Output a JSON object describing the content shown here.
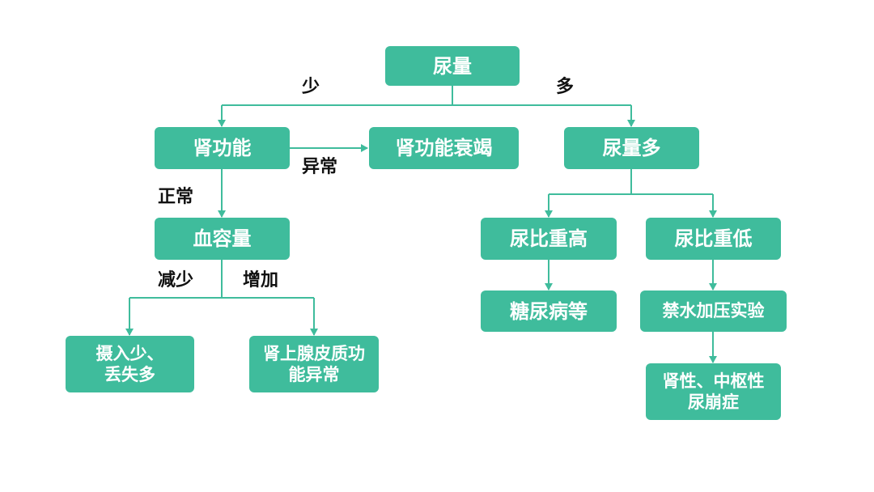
{
  "nodes": {
    "root": "尿量",
    "renal_function": "肾功能",
    "renal_failure": "肾功能衰竭",
    "polyuria": "尿量多",
    "blood_volume": "血容量",
    "high_sg": "尿比重高",
    "low_sg": "尿比重低",
    "diabetes": "糖尿病等",
    "water_deprivation_test": "禁水加压实验",
    "intake_loss": "摄入少、\n丢失多",
    "adrenal_cortex": "肾上腺皮质功\n能异常",
    "diabetes_insipidus": "肾性、中枢性\n尿崩症"
  },
  "labels": {
    "less": "少",
    "more": "多",
    "abnormal": "异常",
    "normal": "正常",
    "decrease": "减少",
    "increase": "增加"
  },
  "colors": {
    "node_fill": "#3fbc9c",
    "connector": "#3fbc9c",
    "label_text": "#111111"
  }
}
